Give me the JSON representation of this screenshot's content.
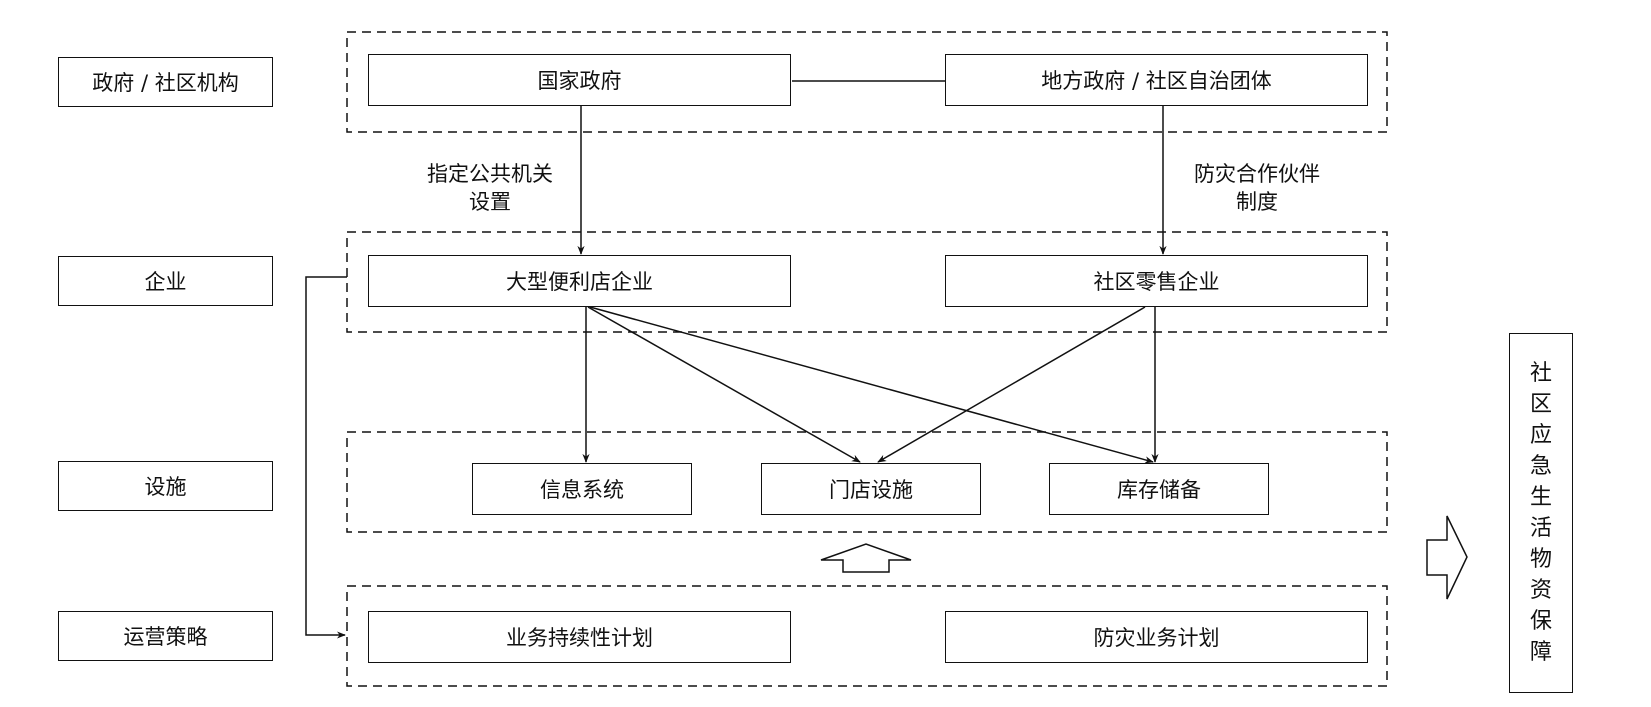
{
  "rows": {
    "government": "政府 / 社区机构",
    "enterprise": "企业",
    "facility": "设施",
    "strategy": "运营策略"
  },
  "government": {
    "national": "国家政府",
    "local": "地方政府 / 社区自治团体"
  },
  "links": {
    "designated_line1": "指定公共机关",
    "designated_line2": "设置",
    "partner_line1": "防灾合作伙伴",
    "partner_line2": "制度"
  },
  "enterprise": {
    "large": "大型便利店企业",
    "community": "社区零售企业"
  },
  "facility": {
    "info": "信息系统",
    "store": "门店设施",
    "inventory": "库存储备"
  },
  "strategy": {
    "bcp": "业务持续性计划",
    "disaster_plan": "防灾业务计划"
  },
  "outcome": [
    "社",
    "区",
    "应",
    "急",
    "生",
    "活",
    "物",
    "资",
    "保",
    "障"
  ]
}
